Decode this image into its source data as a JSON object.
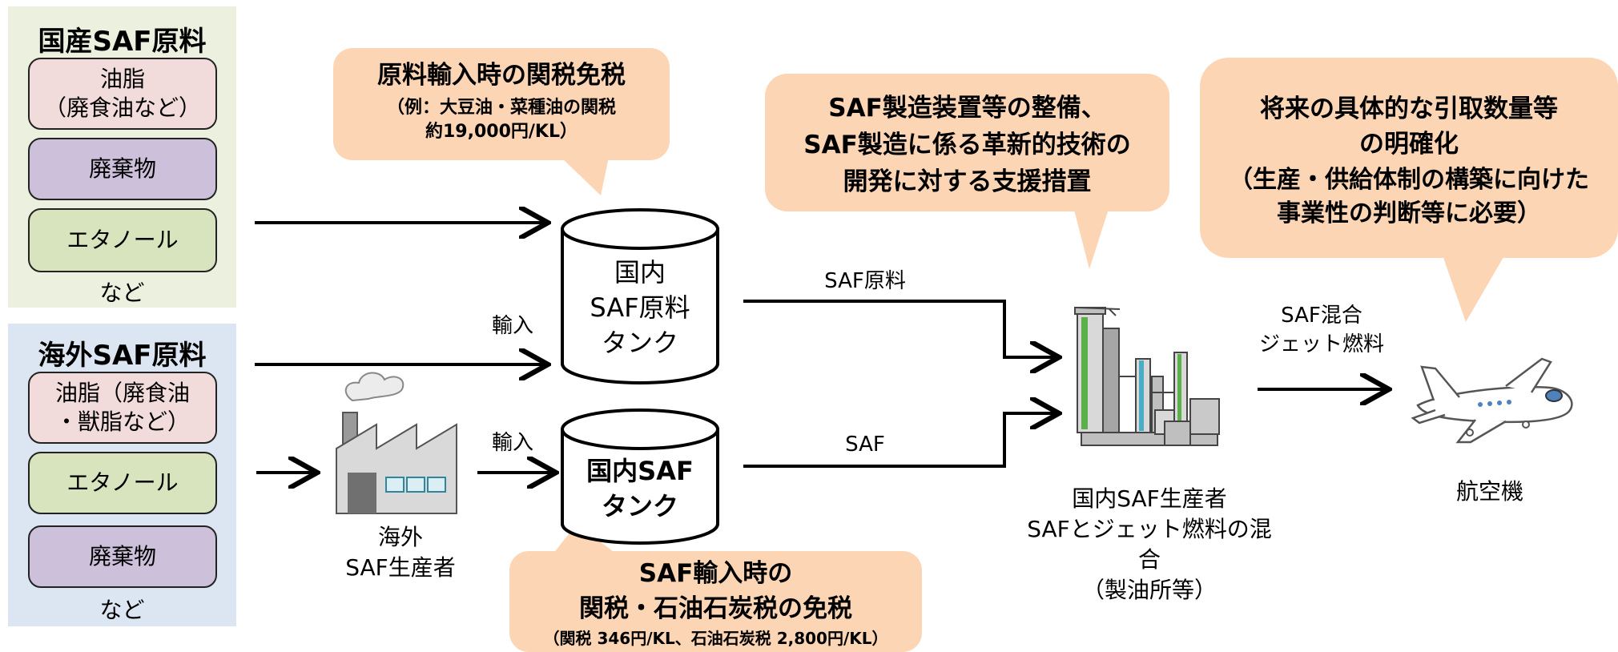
{
  "domestic": {
    "title": "国産SAF原料",
    "items": [
      "油脂\n（廃食油など）",
      "廃棄物",
      "エタノール"
    ],
    "more": "など"
  },
  "overseas": {
    "title": "海外SAF原料",
    "items": [
      "油脂（廃食油\n・獣脂など）",
      "エタノール",
      "廃棄物"
    ],
    "more": "など"
  },
  "callouts": {
    "tariff": {
      "title": "原料輸入時の関税免税",
      "detail": "（例：大豆油・菜種油の関税\n約19,000円/KL）"
    },
    "equipment": {
      "text": "SAF製造装置等の整備、\nSAF製造に係る革新的技術の\n開発に対する支援措置"
    },
    "offtake": {
      "title": "将来の具体的な引取数量等\nの明確化",
      "detail": "（生産・供給体制の構築に向けた\n事業性の判断等に必要）"
    },
    "saf_import": {
      "title": "SAF輸入時の\n関税・石油石炭税の免税",
      "detail": "（関税 346円/KL、石油石炭税 2,800円/KL）"
    }
  },
  "tanks": {
    "feedstock": "国内\nSAF原料\nタンク",
    "saf": "国内SAF\nタンク"
  },
  "labels": {
    "import_top": "輸入",
    "import_bottom": "輸入",
    "saf_feedstock": "SAF原料",
    "saf": "SAF",
    "blended": "SAF混合\nジェット燃料",
    "overseas_producer": "海外\nSAF生産者",
    "domestic_producer": "国内SAF生産者\nSAFとジェット燃料の混合\n（製油所等）",
    "aircraft": "航空機"
  },
  "colors": {
    "domestic_panel": "#ebf1de",
    "overseas_panel": "#dce6f2",
    "callout": "#fcd5b5"
  },
  "icons": [
    "factory-icon",
    "refinery-icon",
    "airplane-icon"
  ]
}
